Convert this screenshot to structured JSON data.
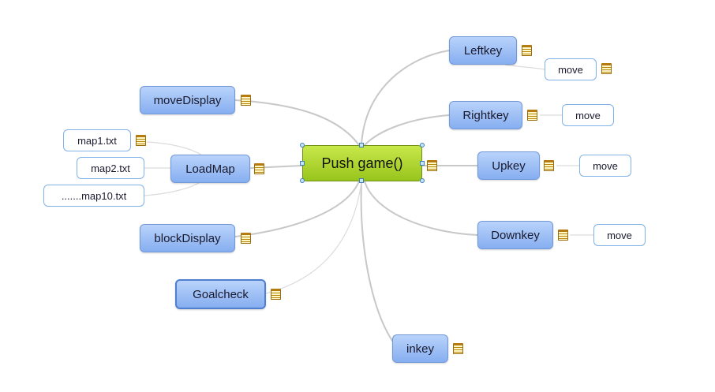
{
  "central_topic": {
    "label": "Push game()"
  },
  "right_topics": [
    {
      "label": "Leftkey",
      "child": "move"
    },
    {
      "label": "Rightkey",
      "child": "move"
    },
    {
      "label": "Upkey",
      "child": "move"
    },
    {
      "label": "Downkey",
      "child": "move"
    },
    {
      "label": "inkey"
    }
  ],
  "left_topics": [
    {
      "label": "moveDisplay"
    },
    {
      "label": "LoadMap",
      "children": [
        "map1.txt",
        "map2.txt",
        ".......map10.txt"
      ]
    },
    {
      "label": "blockDisplay"
    },
    {
      "label": "Goalcheck"
    }
  ],
  "colors": {
    "central": "#a8d42a",
    "topic": "#9dbdf5",
    "link": "#c8c8c8"
  }
}
